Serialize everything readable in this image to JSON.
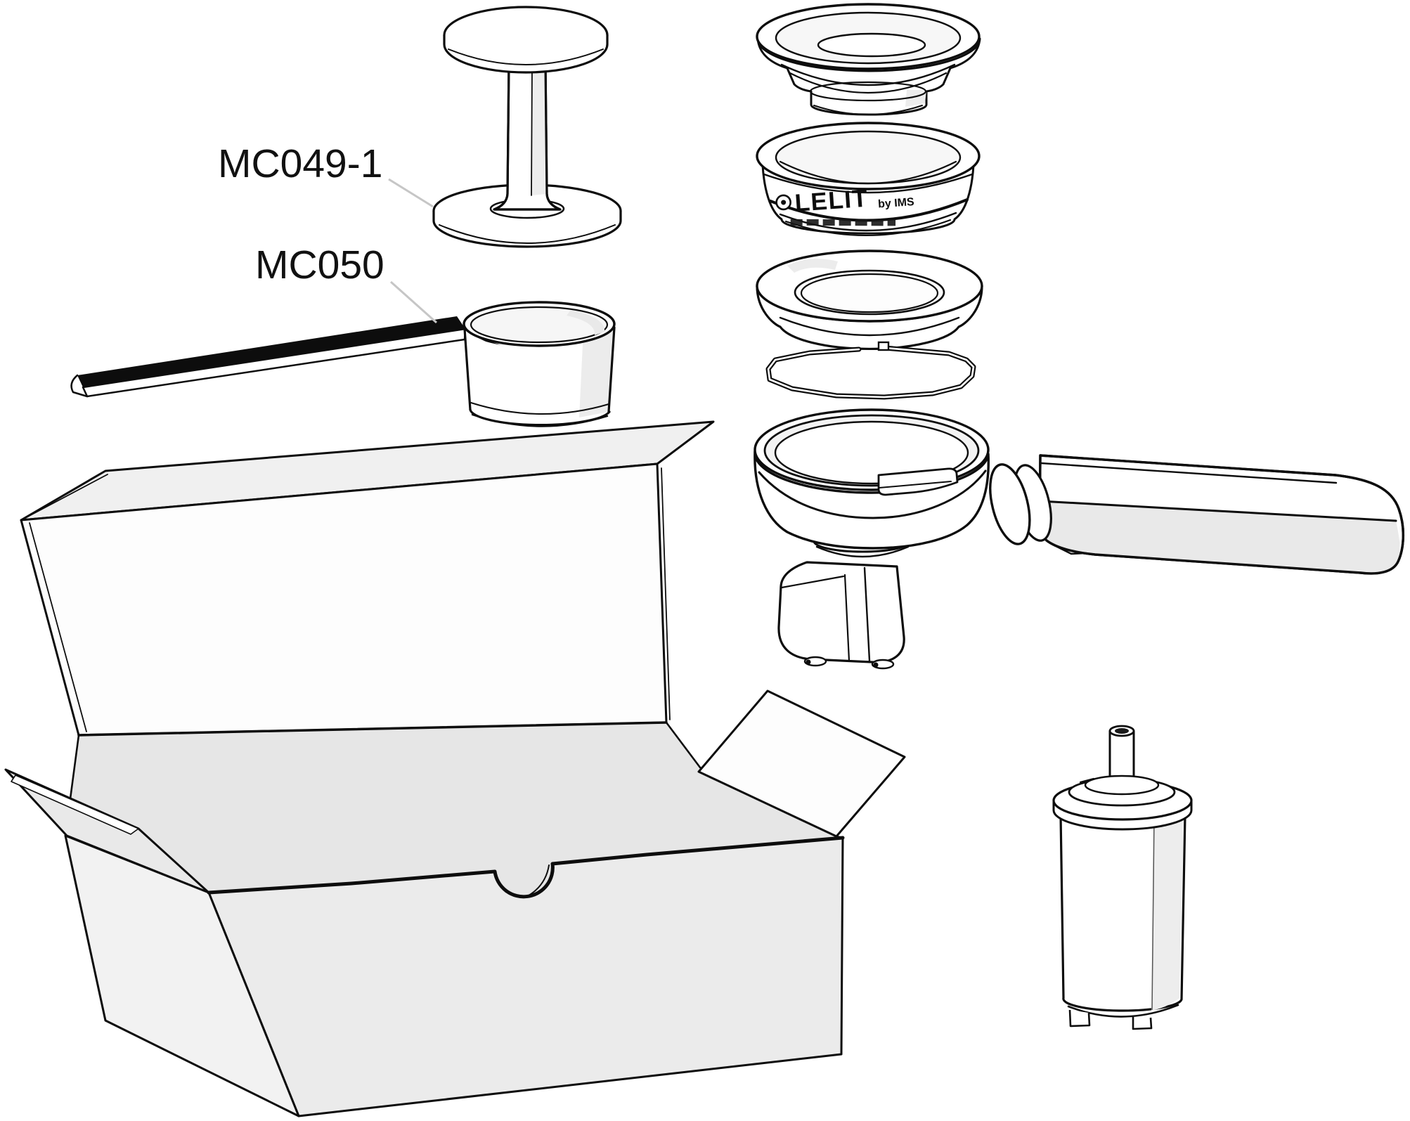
{
  "figure": {
    "kind": "exploded-parts-line-drawing",
    "background": "#ffffff",
    "line_color": "#0d0d0d",
    "leader_color": "#c6c6c6",
    "shade_color": "#e9e9e9"
  },
  "labels": {
    "mc049": {
      "text": "MC049-1"
    },
    "mc050": {
      "text": "MC050"
    }
  },
  "basket_print": {
    "brand": "LELIT",
    "byline": "by IMS"
  },
  "parts": [
    {
      "name": "tamper",
      "label": "MC049-1"
    },
    {
      "name": "coffee-scoop",
      "label": "MC050"
    },
    {
      "name": "filter-basket-single",
      "label": ""
    },
    {
      "name": "filter-basket-double",
      "label": ""
    },
    {
      "name": "group-gasket",
      "label": ""
    },
    {
      "name": "retaining-spring-clip",
      "label": ""
    },
    {
      "name": "portafilter-with-handle",
      "label": ""
    },
    {
      "name": "packaging-box",
      "label": ""
    },
    {
      "name": "water-filter-cartridge",
      "label": ""
    }
  ]
}
